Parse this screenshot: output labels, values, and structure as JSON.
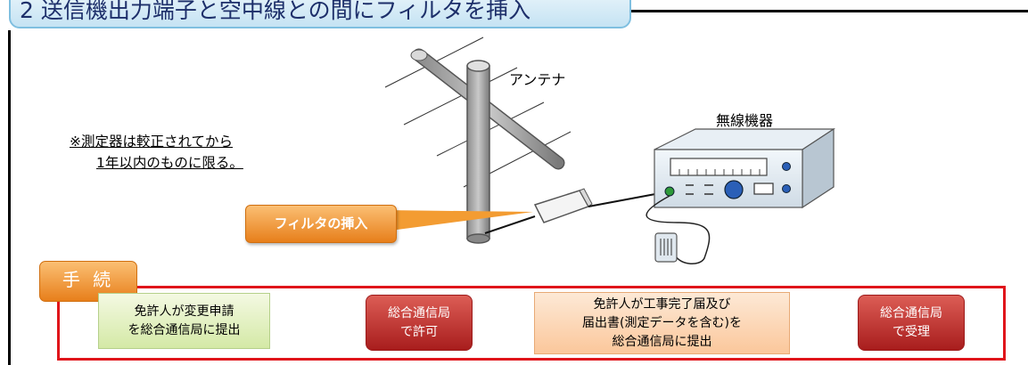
{
  "title": "2 送信機出力端子と空中線との間にフィルタを挿入",
  "diagram": {
    "antenna_label": "アンテナ",
    "radio_label": "無線機器",
    "note_lines": [
      "※測定器は較正されてから",
      "1年以内のものに限る。"
    ],
    "filter_callout": "フィルタの挿入"
  },
  "procedure": {
    "tab_label": "手 続",
    "steps": [
      {
        "lines": [
          "免許人が変更申請",
          "を総合通信局に提出"
        ]
      },
      {
        "lines": [
          "総合通信局",
          "で許可"
        ]
      },
      {
        "lines": [
          "免許人が工事完了届及び",
          "届出書(測定データを含む)を",
          "総合通信局に提出"
        ]
      },
      {
        "lines": [
          "総合通信局",
          "で受理"
        ]
      }
    ]
  },
  "colors": {
    "title_text": "#1d2f6a",
    "title_bg": "#c5e3f3",
    "callout_orange": "#e77f1b",
    "procedure_border": "#e0151b",
    "arrow_blue": "#3f76c4"
  }
}
